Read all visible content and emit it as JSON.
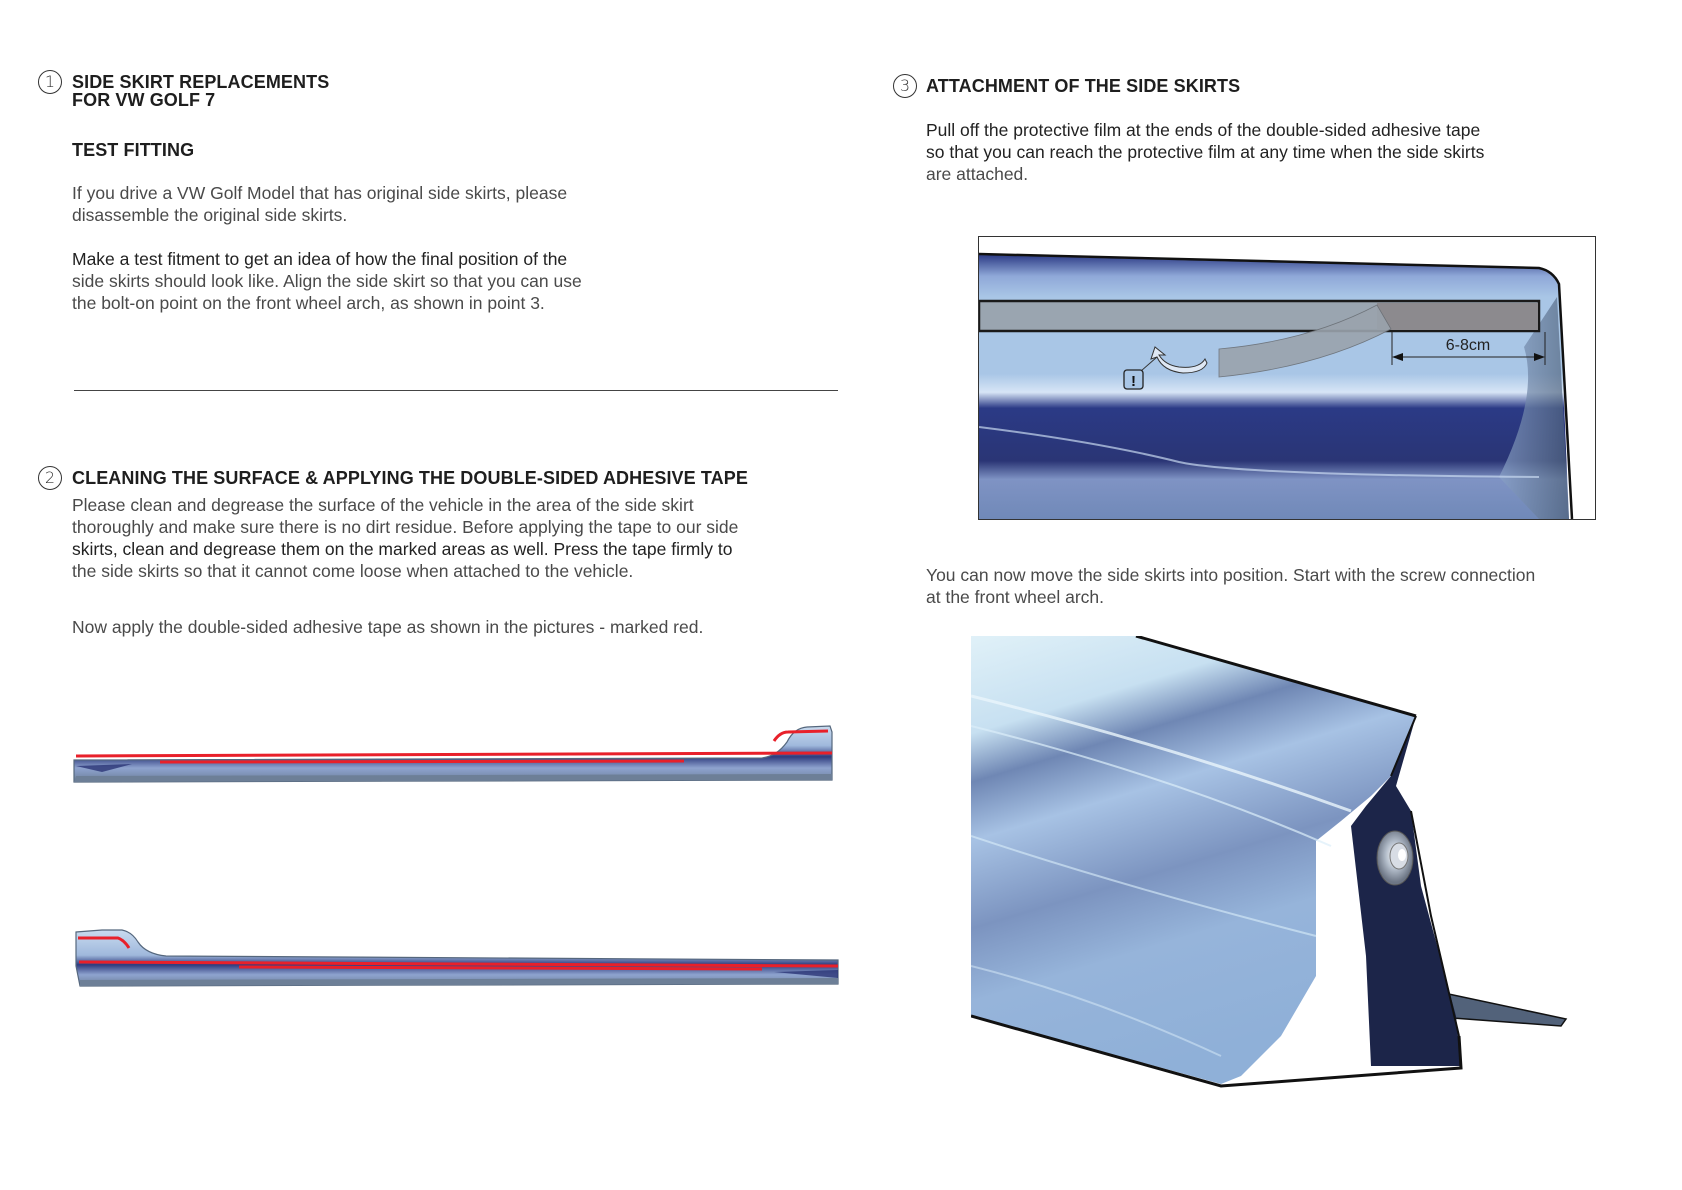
{
  "section1": {
    "number": "1",
    "title_line1": "SIDE SKIRT REPLACEMENTS",
    "title_line2": "FOR VW GOLF 7",
    "subheading": "TEST FITTING",
    "para1_line1": "If you drive a VW Golf Model that has original side skirts, please",
    "para1_line2": "disassemble the original side skirts.",
    "para2_line1": "Make a test fitment to get an idea of how the final position of the",
    "para2_line2": "side skirts should look like. Align the side skirt so that you can use",
    "para2_line3": "the bolt-on point on the front wheel arch, as shown in point 3."
  },
  "section2": {
    "number": "2",
    "title": "CLEANING THE SURFACE & APPLYING THE DOUBLE-SIDED ADHESIVE TAPE",
    "para1_line1": "Please clean and degrease the surface of the vehicle in the area of the side skirt",
    "para1_line2": "thoroughly and make sure there is no dirt residue. Before applying the tape to our side",
    "para1_line3": "skirts, clean and degrease them on the marked areas as well. Press the tape firmly to",
    "para1_line4": "the side skirts so that it cannot come loose when attached to the vehicle.",
    "para2": "Now apply the double-sided adhesive tape as shown in the pictures - marked red.",
    "tape_color": "#e8202a",
    "skirt_colors": {
      "light": "#a9c4e4",
      "dark": "#2a3575",
      "edge": "#5f7489"
    }
  },
  "section3": {
    "number": "3",
    "title": "ATTACHMENT OF THE SIDE SKIRTS",
    "para1_line1": "Pull off the protective film at the ends of the double-sided adhesive tape",
    "para1_line2": "so that you can reach the protective film at any time when the side skirts",
    "para1_line3": "are attached.",
    "diagram_label": "6-8cm",
    "warning_symbol": "!",
    "para2_line1": "You can now move the side skirts into position. Start with the screw connection",
    "para2_line2": "at the front wheel arch."
  }
}
